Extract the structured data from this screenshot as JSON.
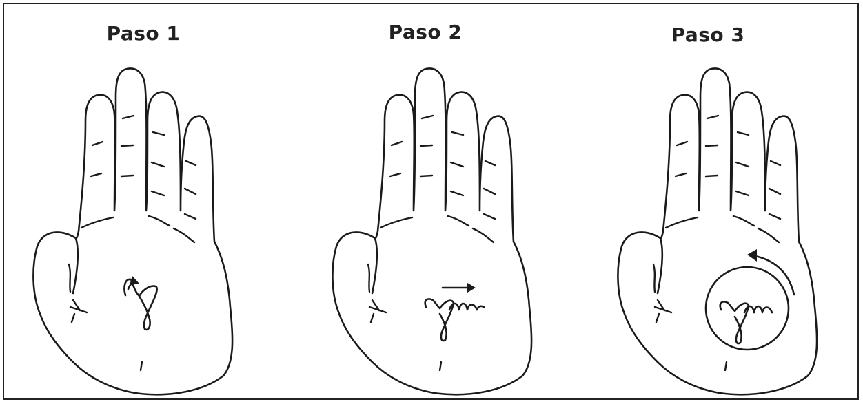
{
  "steps": [
    {
      "title": "Paso 1",
      "gesture": "loop-stroke"
    },
    {
      "title": "Paso 2",
      "gesture": "loop-with-zigzag"
    },
    {
      "title": "Paso 3",
      "gesture": "circle-around-gesture"
    }
  ],
  "colors": {
    "line": "#1a1a1a",
    "background": "#ffffff",
    "border": "#222222"
  }
}
